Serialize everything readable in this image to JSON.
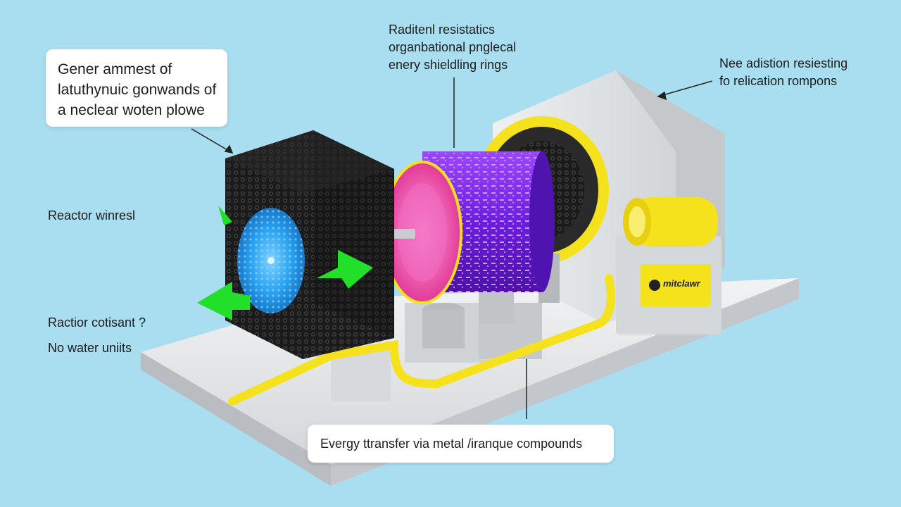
{
  "colors": {
    "background": "#a9def0",
    "accent_yellow": "#f5e21d",
    "arrow_green": "#22e02a",
    "core_purple": "#7b2bf0",
    "core_pink": "#f25cb0",
    "shield_black": "#1e1e1e",
    "core_blue": "#2aa3f0"
  },
  "labels": {
    "top_left": [
      "Gener ammest of",
      "latuthynuic gonwands of",
      "a neclear woten plowe"
    ],
    "top_center": [
      "Raditenl resistatics",
      "organbational pnglecal",
      "enery shieldling rings"
    ],
    "top_right": [
      "Nee adistion resiesting",
      "fo relication rompons"
    ],
    "left_1": "Reactor winresl",
    "left_2": "Ractior cotisant ?",
    "left_3": "No water uniits",
    "bottom": "Evergy ttransfer via metal /iranque compounds",
    "device_badge": "mitclawr"
  },
  "icons": [
    "arrow-right-icon",
    "arrow-left-icon",
    "badge-logo-icon"
  ]
}
